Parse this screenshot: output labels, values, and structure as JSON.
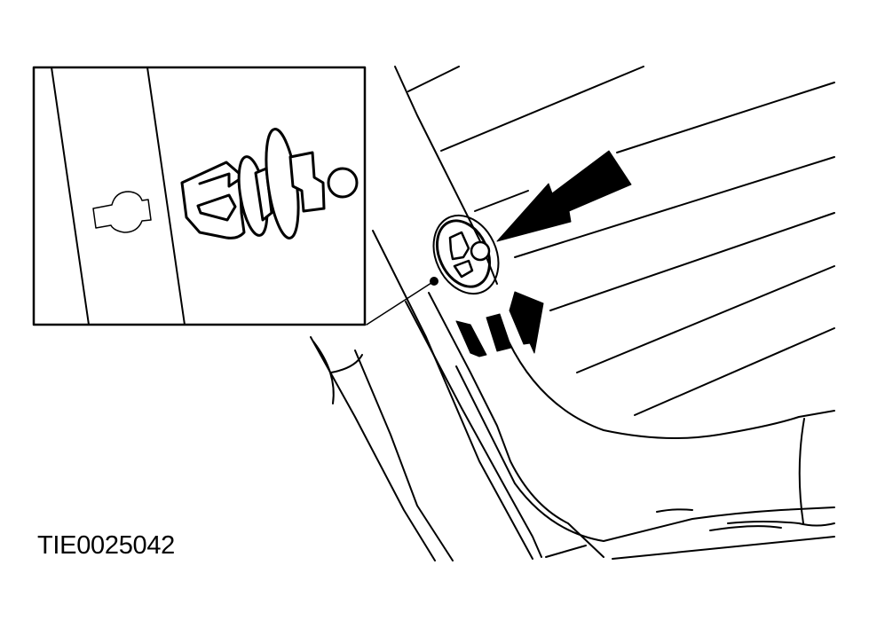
{
  "figure": {
    "id_label": "TIE0025042",
    "subject": "push-pin retainer clip removal",
    "colors": {
      "ink": "#000000",
      "paper": "#ffffff"
    }
  },
  "inset": {
    "label": "clip detail inset",
    "elements": [
      "keyhole-slot",
      "retainer-clip"
    ]
  },
  "main_view": {
    "elements": [
      "trim-panel",
      "retainer-clip-installed",
      "pointer-arrow",
      "rotation-arrow",
      "leader-line"
    ]
  }
}
